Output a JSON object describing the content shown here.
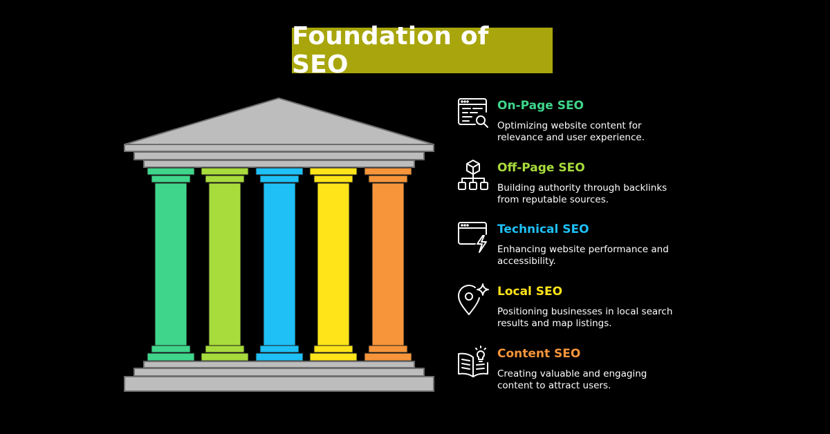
{
  "title": "Foundation of SEO",
  "colors": {
    "title_bg": "#a8a60c",
    "stone": "#bdbdbd"
  },
  "pillars": [
    {
      "name": "On-Page SEO",
      "color": "#3fd68b",
      "icon": "webpage-search-icon",
      "description": "Optimizing website content for relevance and user experience."
    },
    {
      "name": "Off-Page SEO",
      "color": "#a8dc3c",
      "icon": "network-hierarchy-icon",
      "description": "Building authority through backlinks from reputable sources."
    },
    {
      "name": "Technical SEO",
      "color": "#1ec0f5",
      "icon": "browser-lightning-icon",
      "description": "Enhancing website performance and accessibility."
    },
    {
      "name": "Local SEO",
      "color": "#ffe41a",
      "icon": "map-pin-sparkle-icon",
      "description": "Positioning businesses in local search results and map listings."
    },
    {
      "name": "Content SEO",
      "color": "#f7953b",
      "icon": "open-book-bulb-icon",
      "description": "Creating valuable and engaging content to attract users."
    }
  ]
}
